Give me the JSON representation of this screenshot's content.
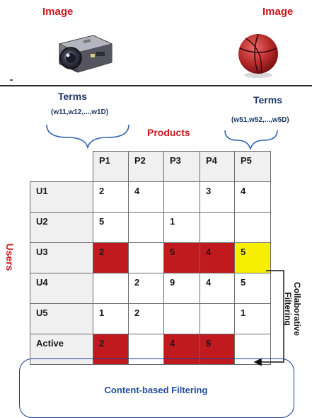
{
  "images": {
    "left_label": "Image",
    "right_label": "Image",
    "left_icon": "projector-icon",
    "right_icon": "basketball-icon"
  },
  "terms": {
    "left_label": "Terms",
    "left_sub": "(w11,w12,...,w1D)",
    "right_label": "Terms",
    "right_sub": "(w51,w52,...,w5D)"
  },
  "products_label": "Products",
  "users_label": "Users",
  "matrix": {
    "columns": [
      "P1",
      "P2",
      "P3",
      "P4",
      "P5"
    ],
    "rows": [
      {
        "label": "U1",
        "cells": [
          "2",
          "4",
          "",
          "3",
          "4"
        ],
        "colors": [
          "white",
          "white",
          "white",
          "white",
          "white"
        ]
      },
      {
        "label": "U2",
        "cells": [
          "5",
          "",
          "1",
          "",
          ""
        ],
        "colors": [
          "white",
          "white",
          "white",
          "white",
          "white"
        ]
      },
      {
        "label": "U3",
        "cells": [
          "2",
          "",
          "5",
          "4",
          "5"
        ],
        "colors": [
          "red",
          "white",
          "red",
          "red",
          "yellow"
        ]
      },
      {
        "label": "U4",
        "cells": [
          "",
          "2",
          "9",
          "4",
          "5"
        ],
        "colors": [
          "white",
          "white",
          "white",
          "white",
          "white"
        ]
      },
      {
        "label": "U5",
        "cells": [
          "1",
          "2",
          "",
          "",
          "1"
        ],
        "colors": [
          "white",
          "white",
          "white",
          "white",
          "white"
        ]
      },
      {
        "label": "Active",
        "cells": [
          "2",
          "",
          "4",
          "5",
          ""
        ],
        "colors": [
          "red",
          "white",
          "red",
          "red",
          "white"
        ]
      }
    ]
  },
  "collaborative_label_line1": "Collaborative",
  "collaborative_label_line2": "Filtering",
  "content_based_label": "Content-based Filtering",
  "colors": {
    "red_cell": "#c0191e",
    "yellow_cell": "#f7ef00",
    "label_red": "#c8191e",
    "navy": "#1f3864",
    "box_blue": "#1f3a93"
  }
}
